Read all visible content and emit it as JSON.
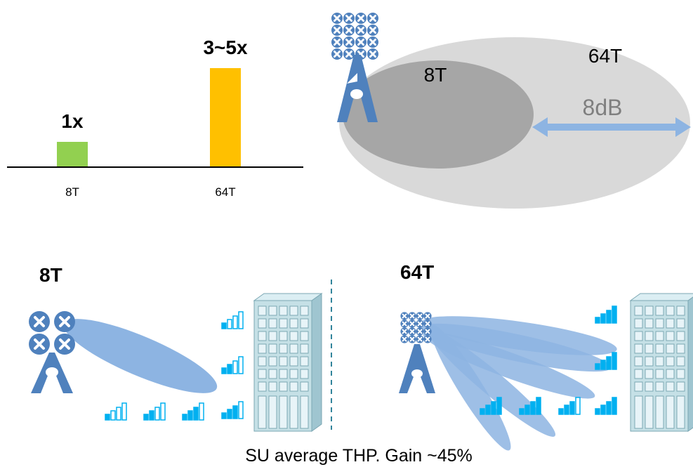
{
  "chart_data": {
    "type": "bar",
    "categories": [
      "8T",
      "64T"
    ],
    "values": [
      1,
      4
    ],
    "data_labels": [
      "1x",
      "3~5x"
    ],
    "colors": [
      "#92d050",
      "#ffc000"
    ]
  },
  "coverage": {
    "inner_label": "8T",
    "outer_label": "64T",
    "gain_label": "8dB",
    "colors": {
      "outer": "#d9d9d9",
      "inner": "#a6a6a6",
      "arrow": "#8db4e2"
    }
  },
  "scenario_8t": {
    "title": "8T"
  },
  "scenario_64t": {
    "title": "64T"
  },
  "caption": "SU average THP. Gain  ~45%",
  "icons": {
    "tower": "cell-tower-icon",
    "antenna": "antenna-array-icon",
    "building": "building-icon",
    "signal": "signal-bars-icon"
  },
  "colors": {
    "tower": "#4f81bd",
    "beam": "#8db4e2",
    "signal": "#00b0f0",
    "building": "#c5e0e6",
    "building_stroke": "#7ba7b3"
  }
}
